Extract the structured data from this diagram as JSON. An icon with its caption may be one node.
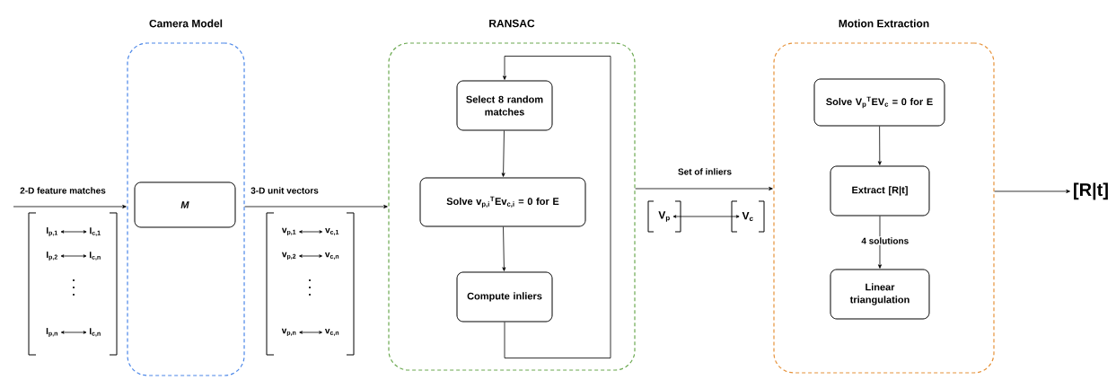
{
  "diagram": {
    "nodes": [
      {
        "text": [
          "Camera Model"
        ]
      },
      {
        "text": [
          "*M*"
        ],
        "in": 0
      },
      {
        "text": [
          "RANSAC"
        ]
      },
      {
        "text": [
          "Select 8 random matches"
        ],
        "in": 2
      },
      {
        "text": [
          "Solve v$_{p,i}$$^{T}$Ev$_{c,i}$ = 0 for E"
        ],
        "in": 2
      },
      {
        "text": [
          "Compute inliers"
        ],
        "in": 2
      },
      {
        "text": [
          "Motion Extraction"
        ]
      },
      {
        "text": [
          "Solve V$_{p}$$^{T}$EV$_{c}$ = 0 for E"
        ],
        "in": 6
      },
      {
        "text": [
          "Extract [R|t]"
        ],
        "in": 6
      },
      {
        "text": [
          "Linear triangulation"
        ],
        "in": 6
      },
      {
        "text": [
          "[R|t]"
        ]
      },
      {
        "text": [
          "I$_{p,1}$"
        ]
      },
      {
        "text": [
          "I$_{c,1}$"
        ]
      },
      {
        "text": [
          "I$_{p,2}$"
        ]
      },
      {
        "text": [
          "I$_{c,n}$"
        ]
      },
      {
        "text": [
          "I$_{p,n}$"
        ]
      },
      {
        "text": [
          "I$_{c,n}$"
        ]
      },
      {
        "text": [
          "v$_{p,1}$"
        ]
      },
      {
        "text": [
          "v$_{c,1}$"
        ]
      },
      {
        "text": [
          "v$_{p,2}$"
        ]
      },
      {
        "text": [
          "v$_{c,n}$"
        ]
      },
      {
        "text": [
          "v$_{p,n}$"
        ]
      },
      {
        "text": [
          "v$_{c,n}$"
        ]
      },
      {
        "text": [
          "V$_{p}$"
        ]
      },
      {
        "text": [
          "V$_{c}$"
        ]
      }
    ],
    "edges": [
      {
        "from": null,
        "to": 0,
        "arrow": "to",
        "label": "2-D feature matches"
      },
      {
        "from": 0,
        "to": 2,
        "arrow": "to",
        "label": "3-D unit vectors"
      },
      {
        "from": 3,
        "to": 4,
        "arrow": "to"
      },
      {
        "from": 4,
        "to": 5,
        "arrow": "to"
      },
      {
        "from": 5,
        "to": 3,
        "arrow": "to"
      },
      {
        "from": 2,
        "to": 6,
        "arrow": "to",
        "label": "Set of inliers"
      },
      {
        "from": 7,
        "to": 8,
        "arrow": "to"
      },
      {
        "from": 8,
        "to": 9,
        "arrow": "to",
        "label": "4 solutions"
      },
      {
        "from": 6,
        "to": 10,
        "arrow": "to"
      },
      {
        "from": 11,
        "to": 12,
        "arrow": "both"
      },
      {
        "from": 13,
        "to": 14,
        "arrow": "both"
      },
      {
        "from": 15,
        "to": 16,
        "arrow": "both"
      },
      {
        "from": 17,
        "to": 18,
        "arrow": "both"
      },
      {
        "from": 19,
        "to": 20,
        "arrow": "both"
      },
      {
        "from": 21,
        "to": 22,
        "arrow": "both"
      },
      {
        "from": 23,
        "to": 24,
        "arrow": "both"
      }
    ]
  }
}
